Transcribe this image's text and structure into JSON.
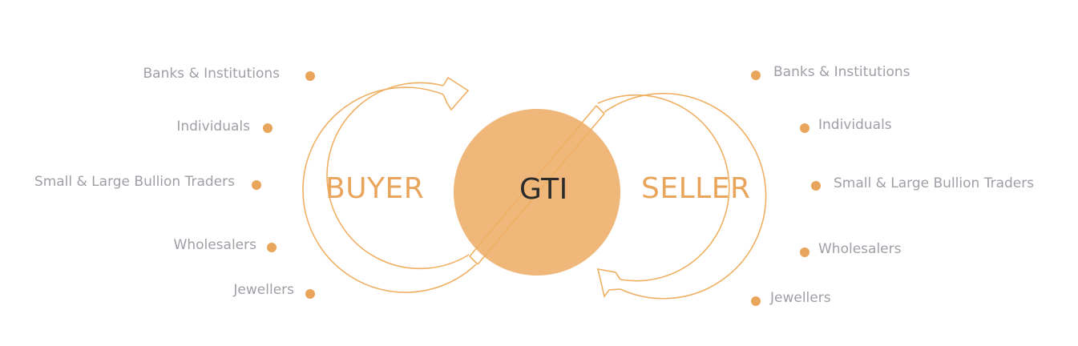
{
  "center": {
    "label": "GTI"
  },
  "buyer": {
    "label": "BUYER",
    "items": [
      "Banks & Institutions",
      "Individuals",
      "Small & Large Bullion Traders",
      "Wholesalers",
      "Jewellers"
    ]
  },
  "seller": {
    "label": "SELLER",
    "items": [
      "Banks & Institutions",
      "Individuals",
      "Small & Large Bullion Traders",
      "Wholesalers",
      "Jewellers"
    ]
  },
  "colors": {
    "accent": "#e9a55b",
    "circle": "#efb779",
    "label_text": "#9f9fa6",
    "center_text": "#2b2b2b",
    "loop_stroke": "#f0b063"
  }
}
